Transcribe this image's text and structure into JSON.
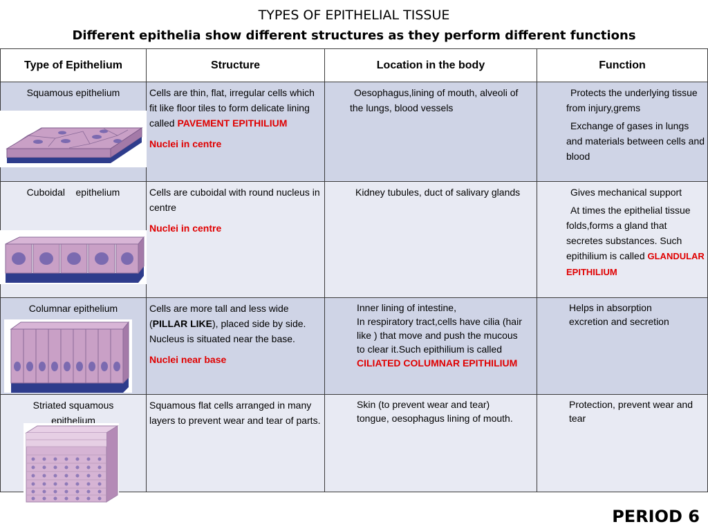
{
  "title": "TYPES OF EPITHELIAL TISSUE",
  "subtitle": "Different epithelia show different structures as they perform different functions",
  "headers": [
    "Type of Epithelium",
    "Structure",
    "Location in the body",
    "Function"
  ],
  "rows": [
    {
      "type": "Squamous epithelium",
      "structure": {
        "text": "Cells are thin, flat, irregular cells which fit like floor tiles to form delicate lining called ",
        "highlight": "PAVEMENT EPITHILIUM",
        "nuclei": "Nuclei in centre"
      },
      "location": "Oesophagus,lining of mouth, alveoli of the lungs, blood vessels",
      "function": [
        "Protects the underlying tissue from injury,grems",
        "Exchange of gases in lungs and materials between cells and blood"
      ]
    },
    {
      "type": "Cuboidal    epithelium",
      "structure": {
        "text": "Cells are cuboidal  with round nucleus in centre",
        "nuclei": "Nuclei in centre"
      },
      "location": "Kidney tubules, duct of salivary glands",
      "function": [
        "Gives mechanical support",
        "At times the epithelial tissue folds,forms a gland that secretes substances. Such epithilium is called ",
        "GLANDULAR EPITHILIUM"
      ]
    },
    {
      "type": "Columnar epithelium",
      "structure": {
        "pre": "Cells are more tall and less wide (",
        "bold": "PILLAR LIKE",
        "post": "), placed side by side. Nucleus is situated near the base.",
        "nuclei": "Nuclei near base"
      },
      "location": {
        "line1": "Inner lining of intestine,",
        "text": "In respiratory tract,cells have cilia (hair like ) that move and push the mucous  to clear it.Such epithilium is called ",
        "highlight": "CILIATED COLUMNAR EPITHILIUM"
      },
      "function": [
        "Helps in absorption excretion and secretion"
      ]
    },
    {
      "type": "Striated squamous epithelium",
      "structure": {
        "text": "Squamous flat cells arranged in many layers to prevent wear and tear of parts."
      },
      "location": "Skin (to prevent wear and tear) tongue, oesophagus lining of mouth.",
      "function": [
        "Protection, prevent wear and tear"
      ]
    }
  ],
  "colors": {
    "row_dark": "#cfd4e6",
    "row_light": "#e8eaf3",
    "highlight_red": "#e00000",
    "cell_pink": "#c9a0c6",
    "base_blue": "#2e3c8c"
  },
  "footer": "PERIOD 6"
}
